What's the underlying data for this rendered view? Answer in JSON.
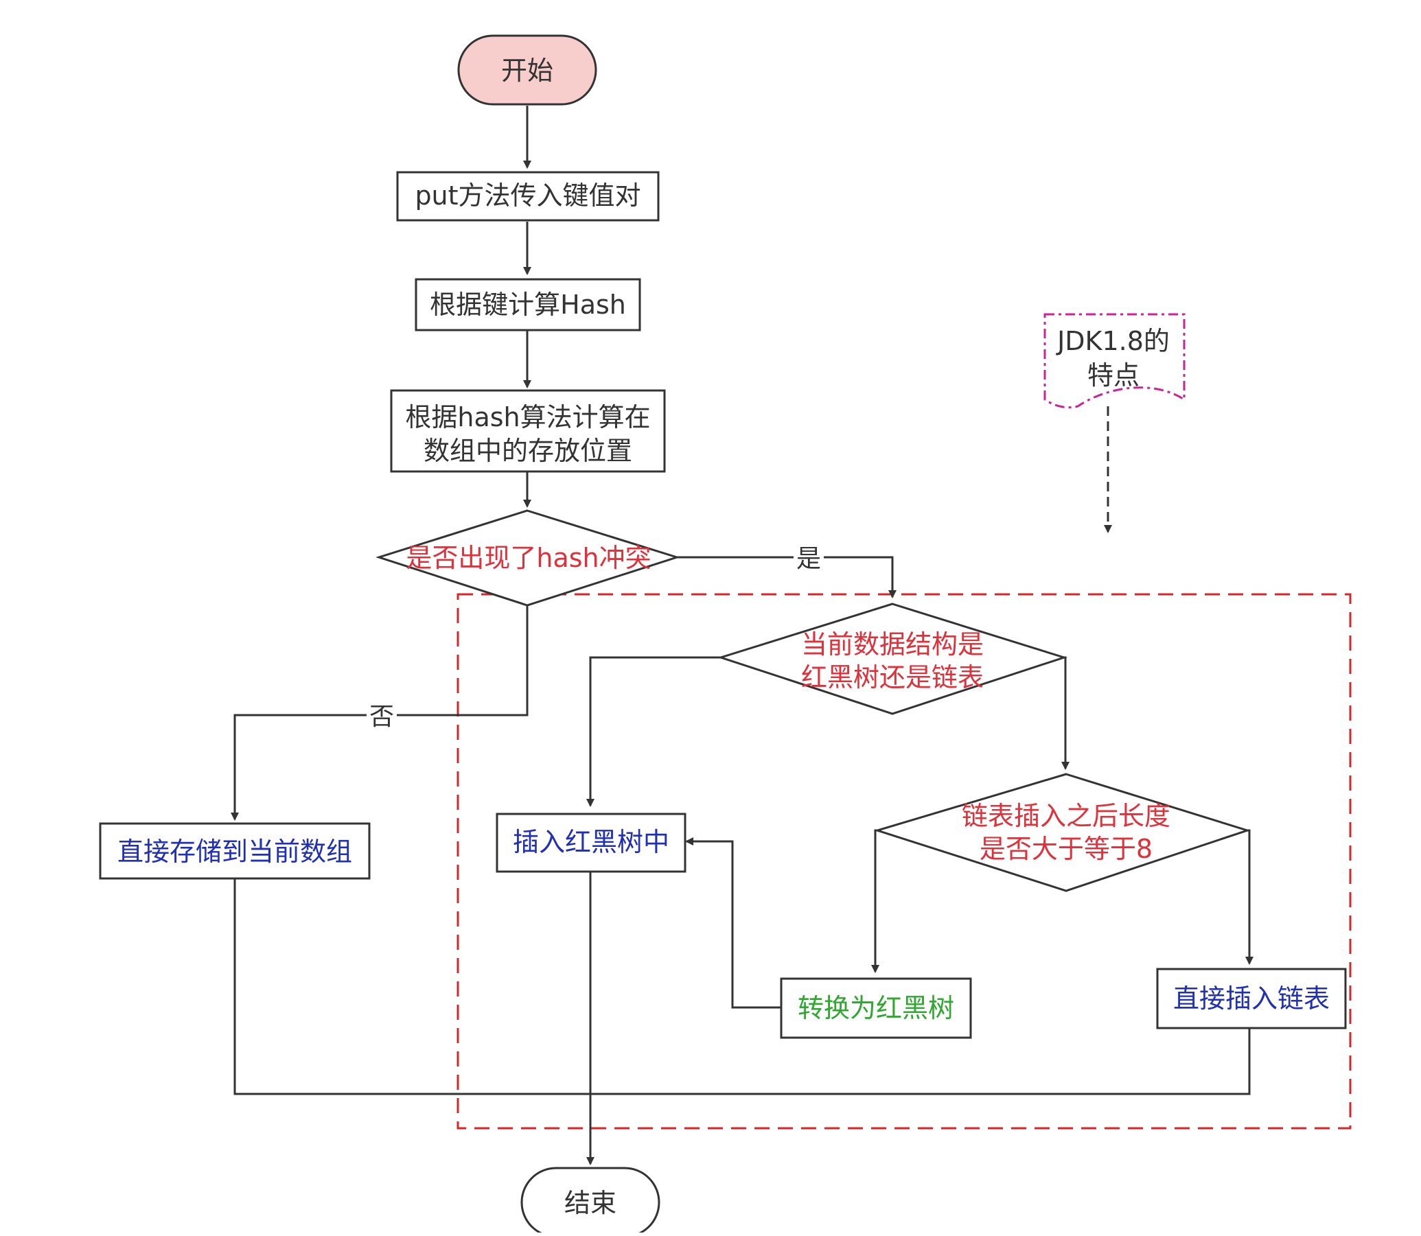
{
  "nodes": {
    "start": "开始",
    "put": "put方法传入键值对",
    "hash_key": "根据键计算Hash",
    "pos_1": "根据hash算法计算在",
    "pos_2": "数组中的存放位置",
    "collision": "是否出现了hash冲突",
    "struct_1": "当前数据结构是",
    "struct_2": "红黑树还是链表",
    "direct_store": "直接存储到当前数组",
    "insert_rbtree": "插入红黑树中",
    "len_1": "链表插入之后长度",
    "len_2": "是否大于等于8",
    "convert_rbtree": "转换为红黑树",
    "insert_list": "直接插入链表",
    "end": "结束"
  },
  "edges": {
    "yes": "是",
    "no": "否"
  },
  "note": {
    "line1": "JDK1.8的",
    "line2": "特点"
  },
  "colors": {
    "start_fill": "#f8cecc",
    "region_dash": "#d62728",
    "note_dash": "#cc2299",
    "text_red": "#e0303a",
    "text_blue": "#1f2fb8",
    "text_green": "#2ea82e"
  }
}
